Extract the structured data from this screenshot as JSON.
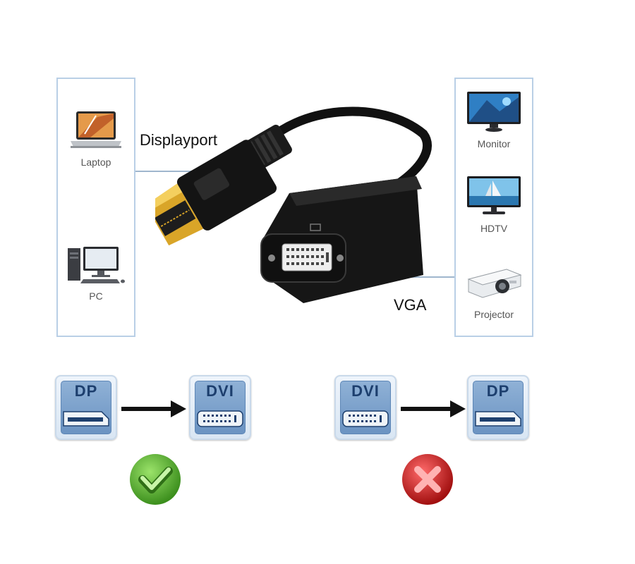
{
  "left_devices": [
    {
      "label": "Laptop",
      "icon": "laptop-icon"
    },
    {
      "label": "PC",
      "icon": "pc-icon"
    }
  ],
  "right_devices": [
    {
      "label": "Monitor",
      "icon": "monitor-icon"
    },
    {
      "label": "HDTV",
      "icon": "hdtv-icon"
    },
    {
      "label": "Projector",
      "icon": "projector-icon"
    }
  ],
  "adapter": {
    "input_label": "Displayport",
    "output_label": "VGA"
  },
  "compat": [
    {
      "from": "DP",
      "to": "DVI",
      "status": "check-icon",
      "supported": true
    },
    {
      "from": "DVI",
      "to": "DP",
      "status": "cross-icon",
      "supported": false
    }
  ],
  "colors": {
    "panel_border": "#b9cfe6",
    "badge_blue": "#6b93c2",
    "check_green": "#5ab82f",
    "cross_red": "#d42424"
  }
}
